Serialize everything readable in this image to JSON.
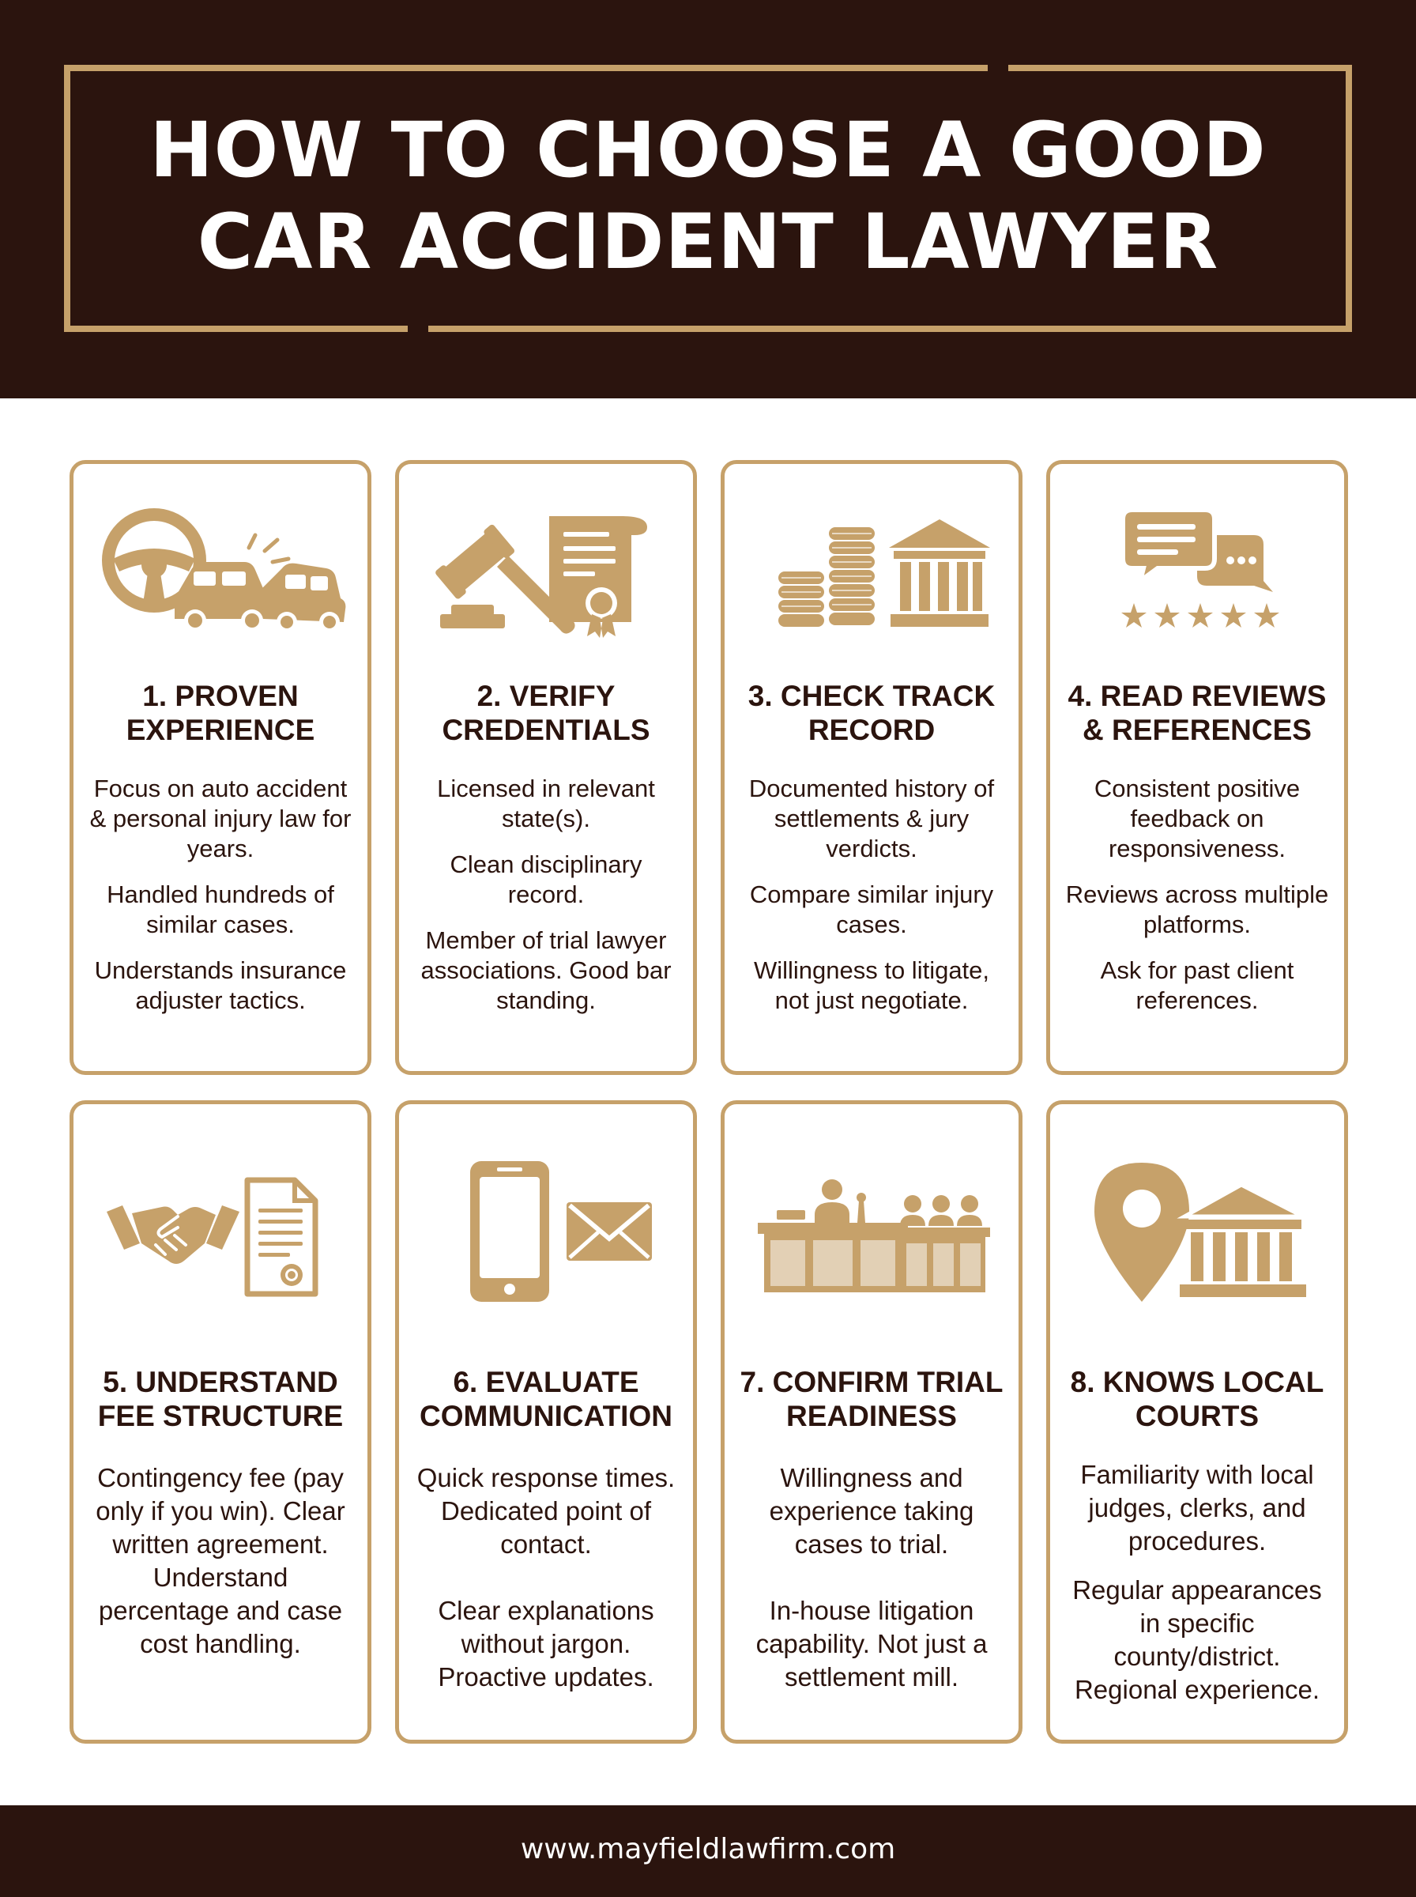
{
  "header": {
    "title": "HOW TO CHOOSE A GOOD CAR ACCIDENT LAWYER"
  },
  "colors": {
    "brown": "#2b140e",
    "gold": "#c6a16a",
    "background": "#ffffff"
  },
  "cards": [
    {
      "icon": "steering-wheel-car-crash-icon",
      "title": "1. PROVEN\nEXPERIENCE",
      "lines": [
        "Focus on auto accident & personal injury law for years.",
        "Handled hundreds of similar cases.",
        "Understands insurance adjuster tactics."
      ]
    },
    {
      "icon": "gavel-certificate-icon",
      "title": "2. VERIFY\nCREDENTIALS",
      "lines": [
        "Licensed in relevant state(s).",
        "Clean disciplinary record.",
        "Member of trial lawyer associations. Good bar standing."
      ]
    },
    {
      "icon": "coins-courthouse-icon",
      "title": "3. CHECK TRACK\nRECORD",
      "lines": [
        "Documented history of settlements & jury verdicts.",
        "Compare similar injury cases.",
        "Willingness to litigate, not just negotiate."
      ]
    },
    {
      "icon": "chat-bubbles-stars-icon",
      "title": "4. READ REVIEWS\n& REFERENCES",
      "lines": [
        "Consistent positive feedback on responsiveness.",
        "Reviews across multiple platforms.",
        "Ask for past client references."
      ]
    },
    {
      "icon": "handshake-contract-icon",
      "title": "5. UNDERSTAND\nFEE STRUCTURE",
      "lines": [
        "Contingency fee (pay only if you win). Clear written agreement. Understand percentage and case cost handling."
      ]
    },
    {
      "icon": "phone-envelope-icon",
      "title": "6. EVALUATE\nCOMMUNICATION",
      "lines": [
        "Quick response times. Dedicated point of contact.",
        "Clear explanations without jargon. Proactive updates."
      ]
    },
    {
      "icon": "courtroom-judge-jury-icon",
      "title": "7. CONFIRM TRIAL\nREADINESS",
      "lines": [
        "Willingness and experience taking cases to trial.",
        "In-house litigation capability. Not just a settlement mill."
      ]
    },
    {
      "icon": "location-pin-courthouse-icon",
      "title": "8. KNOWS LOCAL\nCOURTS",
      "lines": [
        "Familiarity with local judges, clerks, and procedures.",
        "Regular appearances in specific county/district. Regional experience."
      ]
    }
  ],
  "footer": {
    "url": "www.mayfieldlawfirm.com"
  }
}
